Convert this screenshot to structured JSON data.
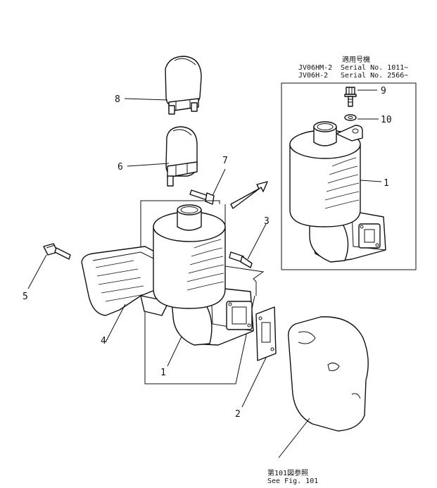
{
  "diagram": {
    "callouts": [
      {
        "id": "1",
        "label": "1"
      },
      {
        "id": "1b",
        "label": "1"
      },
      {
        "id": "2",
        "label": "2"
      },
      {
        "id": "3",
        "label": "3"
      },
      {
        "id": "4",
        "label": "4"
      },
      {
        "id": "5",
        "label": "5"
      },
      {
        "id": "6",
        "label": "6"
      },
      {
        "id": "7",
        "label": "7"
      },
      {
        "id": "8",
        "label": "8"
      },
      {
        "id": "9",
        "label": "9"
      },
      {
        "id": "10",
        "label": "10"
      }
    ],
    "serial_note": {
      "header": "適用号機",
      "line1_model": "JV06HM-2",
      "line1_serial": "Serial No. 1011~",
      "line2_model": "JV06H-2",
      "line2_serial": "Serial No. 2566~"
    },
    "reference_note": {
      "jp": "第101図参照",
      "en": "See Fig. 101"
    }
  }
}
